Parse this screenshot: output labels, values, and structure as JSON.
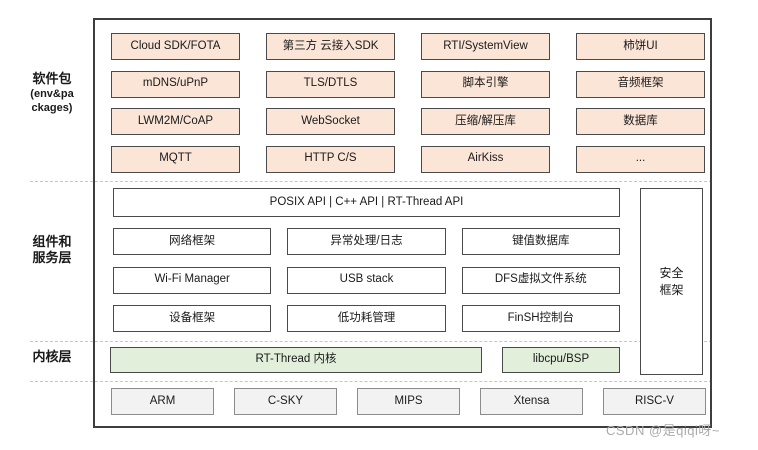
{
  "figure": {
    "layer_labels": {
      "packages": {
        "l1": "软件包",
        "l2": "(env&pa",
        "l3": "ckages)"
      },
      "components": {
        "l1": "组件和",
        "l2": "服务层"
      },
      "kernel": {
        "l1": "内核层"
      }
    },
    "packages": {
      "rows": [
        [
          "Cloud SDK/FOTA",
          "第三方 云接入SDK",
          "RTI/SystemView",
          "柿饼UI"
        ],
        [
          "mDNS/uPnP",
          "TLS/DTLS",
          "脚本引擎",
          "音频框架"
        ],
        [
          "LWM2M/CoAP",
          "WebSocket",
          "压缩/解压库",
          "数据库"
        ],
        [
          "MQTT",
          "HTTP C/S",
          "AirKiss",
          "..."
        ]
      ]
    },
    "components": {
      "api_bar": "POSIX API | C++ API | RT-Thread API",
      "rows": [
        [
          "网络框架",
          "异常处理/日志",
          "键值数据库"
        ],
        [
          "Wi-Fi Manager",
          "USB stack",
          "DFS虚拟文件系统"
        ],
        [
          "设备框架",
          "低功耗管理",
          "FinSH控制台"
        ]
      ],
      "security": {
        "l1": "安全",
        "l2": "框架"
      }
    },
    "kernel": {
      "core": "RT-Thread 内核",
      "libcpu": "libcpu/BSP"
    },
    "cpus": [
      "ARM",
      "C-SKY",
      "MIPS",
      "Xtensa",
      "RISC-V"
    ],
    "watermark": "CSDN @是qiqi呀~",
    "colors": {
      "package_fill": "#fbe5d6",
      "kernel_fill": "#e2efda",
      "cpu_fill": "#f2f2f2",
      "box_border": "#4a4a4a",
      "cpu_border": "#8c8c8c",
      "frame_border": "#3d3d3d",
      "dash_line": "#c6c6c6",
      "watermark_text": "#ababab"
    }
  }
}
